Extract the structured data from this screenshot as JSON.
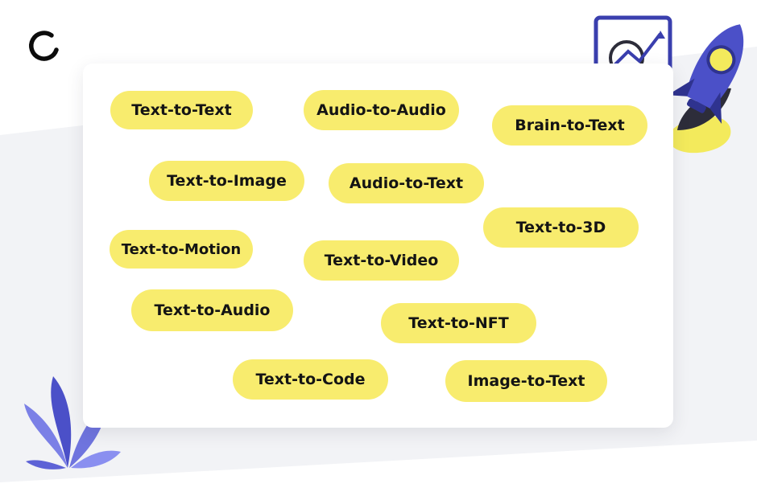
{
  "colors": {
    "pill": "#f8ec6e",
    "pill_text": "#141414",
    "background_band": "#f2f3f6",
    "accent_purple": "#4b50c8",
    "accent_yellow": "#f3ea5c"
  },
  "logo": {
    "icon": "open-ring-logo-icon"
  },
  "tags": [
    {
      "label": "Text-to-Text"
    },
    {
      "label": "Audio-to-Audio"
    },
    {
      "label": "Brain-to-Text"
    },
    {
      "label": "Text-to-Image"
    },
    {
      "label": "Audio-to-Text"
    },
    {
      "label": "Text-to-3D"
    },
    {
      "label": "Text-to-Motion"
    },
    {
      "label": "Text-to-Video"
    },
    {
      "label": "Text-to-Audio"
    },
    {
      "label": "Text-to-NFT"
    },
    {
      "label": "Text-to-Code"
    },
    {
      "label": "Image-to-Text"
    }
  ],
  "decorations": {
    "top_right": "rocket-and-chart-illustration-icon",
    "bottom_left": "purple-plant-illustration-icon"
  }
}
